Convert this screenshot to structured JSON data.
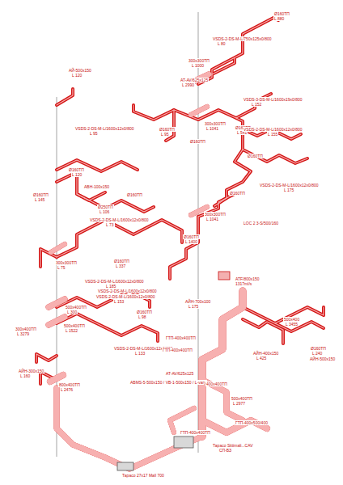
{
  "diagram": {
    "labels": [
      "Ø160ТП",
      "L 880",
      "VSDS-2-DS-M-L/750x125x0/800",
      "L 80",
      "300x300ТП",
      "L 1000",
      "AT-AV/625x125",
      "L 2990",
      "VSDS-3-DS-M-L/1600x19x0/800",
      "L 152",
      "AЙ-500x150",
      "L 120",
      "VSDS-2-DS-M-L/1600x12x0/800",
      "L 95",
      "Ø160ТП",
      "L 120",
      "Ø160ТП",
      "L 95",
      "300x300ТП",
      "L 1041",
      "Ø160ТП",
      "Ø160ТП",
      "L 541",
      "VSDS-2-DS-M-L/1600x12x0/800",
      "L 155",
      "Ø160ТП",
      "VSDS-2-DS-M-L/1600x12x0/800",
      "L 175",
      "Ø160ТП",
      "ABH-100x150",
      "Ø160ТП",
      "L 145",
      "Ø250ТП",
      "L 106",
      "Ø160ТП",
      "VSDS-2-DS-M-L/1600x12x0/800",
      "L 73",
      "300x300ТП",
      "L 1041",
      "LOC 2 3-S/500/160",
      "Ø160ТП",
      "L 1400",
      "300x300ТП",
      "L 75",
      "Ø160ТП",
      "L 337",
      "VSDS-2-DS-M-L/1600x12x0/800",
      "L 185",
      "VSDS-2-DS-M-L/1600x12x0/800",
      "VSDS-2-DS-M-L/1600x12x0/800",
      "L 153",
      "ATF/800x150",
      "1317ml/s",
      "AЙH-700x100",
      "L 175",
      "500x400ТП",
      "L 300",
      "500x400ТП",
      "L 1522",
      "300x400ТП",
      "L 3279",
      "Ø160ТП",
      "L 98",
      "VSDS-2-DS-M-L/1600x12x0/800",
      "L 133",
      "500x400",
      "L 3455",
      "Ø160ТП",
      "L 240",
      "AЙH-500x150",
      "AЙH-400x150",
      "L 425",
      "ГТП-400x400ТП",
      "ГТП-400x400ТП",
      "AT-AV/625x125",
      "AЙH-300x150",
      "L 160",
      "800x400ТП",
      "L 2476",
      "ABMS-5-500x150 / VB-1-500x150 / L-vary",
      "400x400ТП",
      "500x400ТП",
      "L 2977",
      "ГТП-400x400ТП",
      "ГТП-400x500/400",
      "Тарасо Sittimali...CAV",
      "СП-ВЗ",
      "Тарасо 27х17 Mall 700"
    ]
  }
}
